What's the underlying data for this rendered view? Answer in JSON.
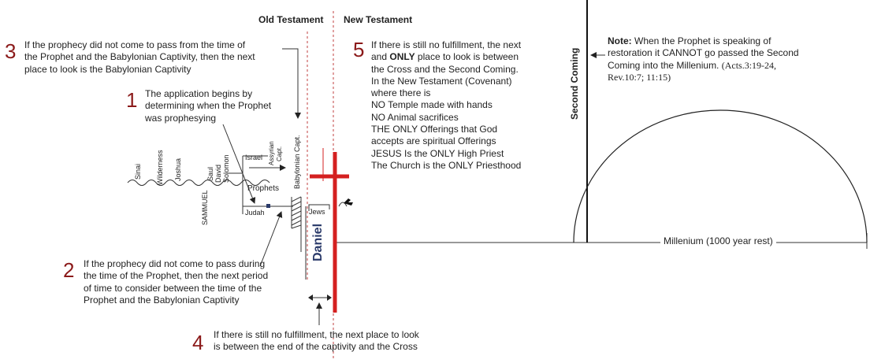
{
  "headers": {
    "old_testament": "Old Testament",
    "new_testament": "New Testament"
  },
  "notes": [
    {
      "num": "3",
      "text": "If the prophecy did not come to pass from the time of\nthe Prophet and the Babylonian Captivity, then the next\nplace to look is the Babylonian Captivity"
    },
    {
      "num": "1",
      "text": "The application begins by\ndetermining when the Prophet\nwas prophesying"
    },
    {
      "num": "2",
      "text": "If the prophecy did not come to pass during\nthe time of the Prophet, then the next period\nof time to consider between the time of the\nProphet and the Babylonian Captivity"
    },
    {
      "num": "4",
      "text": "If there is still no fulfillment, the next place to look\nis between the end of the captivity and the Cross"
    },
    {
      "num": "5",
      "line1": "If there is still no fulfillment, the next",
      "line2_pre": "and ",
      "line2_bold": "ONLY",
      "line2_post": " place to look is between",
      "rest": "the Cross and the Second Coming.\nIn the New Testament (Covenant)\nwhere there is\nNO Temple made with hands\nNO Animal sacrifices\nTHE ONLY Offerings that God\naccepts are spiritual Offerings\nJESUS Is the ONLY High Priest\nThe Church is the ONLY Priesthood"
    }
  ],
  "note_box": {
    "label": "Note:",
    "text": " When the Prophet is speaking of\nrestoration it CANNOT go passed the Second\nComing into the Millenium. ",
    "refs": "(Acts.3:19-24,\nRev.10:7; 11:15)"
  },
  "timeline_labels": {
    "sinai": "Sinai",
    "wilderness": "Wilderness",
    "joshua": "Joshua",
    "sammuel": "SAMMUEL",
    "saul": "Saul",
    "david": "David",
    "solomon": "Solomon",
    "israel": "Israel",
    "assyrian": "Assyrian",
    "capt": "Capt.",
    "prophets": "Prophets",
    "judah": "Judah",
    "babylonian_capt": "Babylonian Capt.",
    "jews": "Jews",
    "daniel": "Daniel"
  },
  "second_coming": "Second Coming",
  "millenium": "Millenium (1000 year rest)",
  "colors": {
    "accent_red": "#d42020",
    "number_red": "#8b1a1a",
    "daniel_blue": "#2a3a6a"
  }
}
